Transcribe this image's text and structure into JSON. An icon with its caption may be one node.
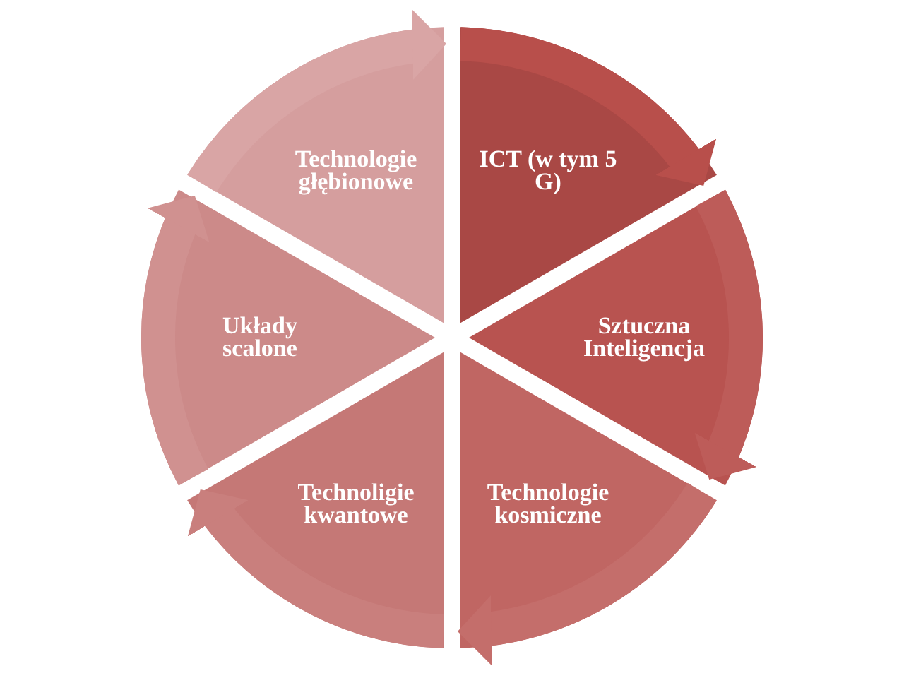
{
  "diagram": {
    "nodes": [
      {
        "text": [
          "ICT (w tym 5 G)"
        ]
      },
      {
        "text": [
          "Sztuczna Inteligencja"
        ]
      },
      {
        "text": [
          "Technologie kosmiczne"
        ]
      },
      {
        "text": [
          "Technoligie kwantowe"
        ]
      },
      {
        "text": [
          "Układy scalone"
        ]
      },
      {
        "text": [
          "Technologie głębionowe"
        ]
      }
    ],
    "edges": [
      {
        "from": 0,
        "to": 1,
        "arrow": "to"
      },
      {
        "from": 1,
        "to": 2,
        "arrow": "to"
      },
      {
        "from": 2,
        "to": 3,
        "arrow": "to"
      },
      {
        "from": 3,
        "to": 4,
        "arrow": "to"
      },
      {
        "from": 4,
        "to": 5,
        "arrow": "to"
      },
      {
        "from": 5,
        "to": 0,
        "arrow": "to"
      }
    ]
  }
}
